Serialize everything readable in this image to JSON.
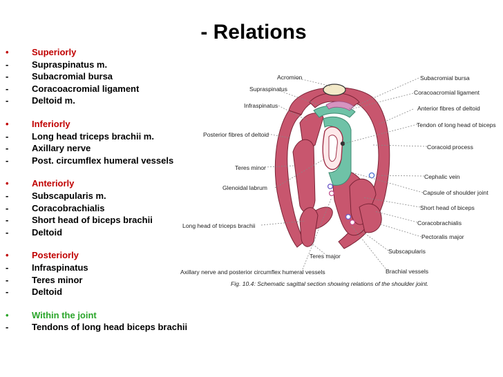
{
  "title": "- Relations",
  "groups": [
    {
      "heading": "Superiorly",
      "items": [
        "Supraspinatus m.",
        "Subacromial bursa",
        "Coracoacromial ligament",
        "Deltoid m."
      ]
    },
    {
      "heading": "Inferiorly",
      "items": [
        "Long head triceps brachii m.",
        "Axillary nerve",
        "Post. circumflex humeral vessels"
      ]
    },
    {
      "heading": "Anteriorly",
      "items": [
        "Subscapularis m.",
        "Coracobrachialis",
        "Short head of biceps brachii",
        "Deltoid"
      ]
    },
    {
      "heading": "Posteriorly",
      "items": [
        "Infraspinatus",
        "Teres minor",
        "Deltoid"
      ]
    },
    {
      "heading": "Within the joint",
      "items": [
        "Tendons of long head biceps brachii"
      ]
    }
  ],
  "markers": {
    "heading": "•",
    "item": "-"
  },
  "colors": {
    "heading": "#c00000",
    "heading_joint": "#2aa52a",
    "muscle": "#c8566e",
    "bursa": "#6fc2a7"
  },
  "figure": {
    "labels": {
      "acromion": "Acromion",
      "subacromial_bursa": "Subacromial bursa",
      "supraspinatus": "Supraspinatus",
      "coracoacromial": "Coracoacromial ligament",
      "infraspinatus": "Infraspinatus",
      "anterior_deltoid": "Anterior fibres of deltoid",
      "posterior_deltoid": "Posterior fibres of deltoid",
      "tendon_biceps": "Tendon of long head of biceps",
      "coracoid": "Coracoid process",
      "teres_minor": "Teres minor",
      "cephalic": "Cephalic vein",
      "glenoidal": "Glenoidal labrum",
      "capsule": "Capsule of shoulder joint",
      "short_biceps": "Short head of biceps",
      "long_triceps": "Long head of triceps brachii",
      "coracobrachialis": "Coracobrachialis",
      "pectoralis": "Pectoralis major",
      "subscapularis": "Subscapularis",
      "teres_major": "Teres major",
      "axillary": "Axillary nerve and posterior circumflex humeral vessels",
      "brachial": "Brachial vessels",
      "caption": "Fig. 10.4: Schematic sagittal section showing relations of the shoulder joint."
    }
  }
}
